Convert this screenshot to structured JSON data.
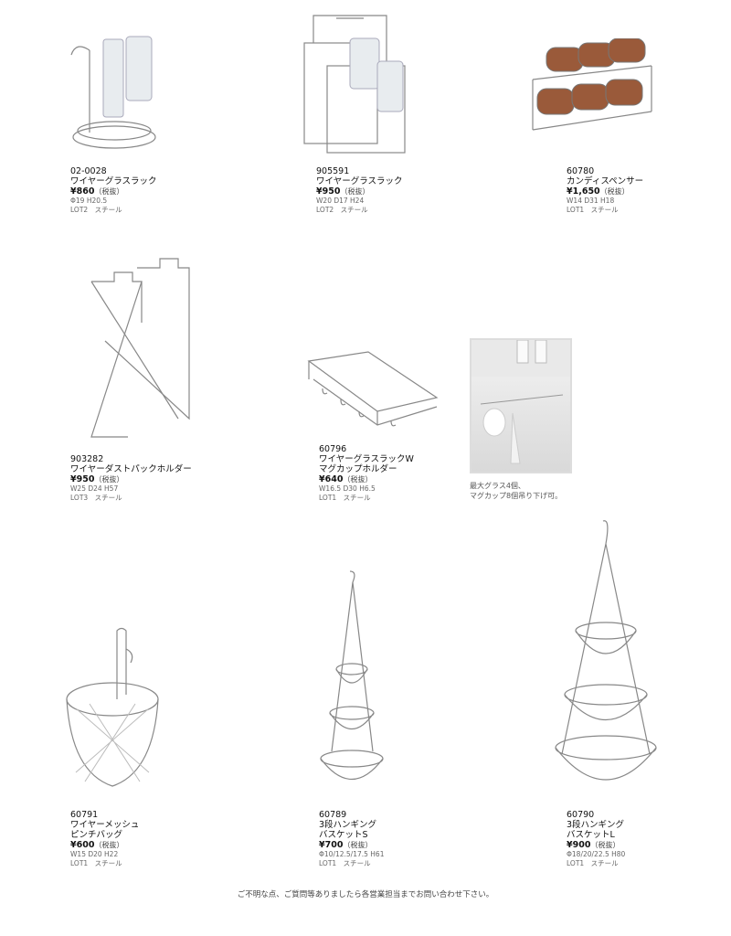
{
  "products": [
    {
      "code": "02-0028",
      "name": [
        "ワイヤーグラスラック"
      ],
      "price": "¥860",
      "tax": "（税抜）",
      "size": "Φ19 H20.5",
      "lot": "LOT2　スチール"
    },
    {
      "code": "905591",
      "name": [
        "ワイヤーグラスラック"
      ],
      "price": "¥950",
      "tax": "（税抜）",
      "size": "W20 D17 H24",
      "lot": "LOT2　スチール"
    },
    {
      "code": "60780",
      "name": [
        "カンディスペンサー"
      ],
      "price": "¥1,650",
      "tax": "（税抜）",
      "size": "W14 D31 H18",
      "lot": "LOT1　スチール"
    },
    {
      "code": "903282",
      "name": [
        "ワイヤーダストパックホルダー"
      ],
      "price": "¥950",
      "tax": "（税抜）",
      "size": "W25 D24 H57",
      "lot": "LOT3　スチール"
    },
    {
      "code": "60796",
      "name": [
        "ワイヤーグラスラックW",
        "マグカップホルダー"
      ],
      "price": "¥640",
      "tax": "（税抜）",
      "size": "W16.5 D30 H6.5",
      "lot": "LOT1　スチール"
    },
    {
      "code": "60791",
      "name": [
        "ワイヤーメッシュ",
        "ピンチバッグ"
      ],
      "price": "¥600",
      "tax": "（税抜）",
      "size": "W15 D20 H22",
      "lot": "LOT1　スチール"
    },
    {
      "code": "60789",
      "name": [
        "3段ハンギング",
        "バスケットS"
      ],
      "price": "¥700",
      "tax": "（税抜）",
      "size": "Φ10/12.5/17.5 H61",
      "lot": "LOT1　スチール"
    },
    {
      "code": "60790",
      "name": [
        "3段ハンギング",
        "バスケットL"
      ],
      "price": "¥900",
      "tax": "（税抜）",
      "size": "Φ18/20/22.5 H80",
      "lot": "LOT1　スチール"
    }
  ],
  "photo_caption": [
    "最大グラス4個、",
    "マグカップ8個吊り下げ可。"
  ],
  "footer": "ご不明な点、ご質問等ありましたら各営業担当までお問い合わせ下さい。"
}
